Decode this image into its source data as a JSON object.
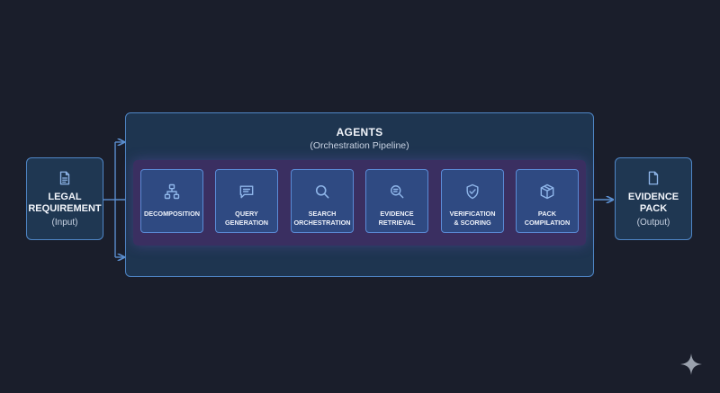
{
  "input": {
    "title": "LEGAL\nREQUIREMENT",
    "subtitle": "(Input)",
    "icon": "document-icon"
  },
  "output": {
    "title": "EVIDENCE\nPACK",
    "subtitle": "(Output)",
    "icon": "file-icon"
  },
  "agents": {
    "title": "AGENTS",
    "subtitle": "(Orchestration Pipeline)"
  },
  "stages": [
    {
      "label": "DECOMPOSITION",
      "icon": "hierarchy-icon"
    },
    {
      "label": "QUERY\nGENERATION",
      "icon": "chat-icon"
    },
    {
      "label": "SEARCH\nORCHESTRATION",
      "icon": "search-icon"
    },
    {
      "label": "EVIDENCE\nRETRIEVAL",
      "icon": "magnifier-document-icon"
    },
    {
      "label": "VERIFICATION\n& SCORING",
      "icon": "shield-check-icon"
    },
    {
      "label": "PACK\nCOMPILATION",
      "icon": "package-icon"
    }
  ],
  "colors": {
    "background": "#1a1e2b",
    "box_border": "#4f86c6",
    "stage_track": "#3a2f61",
    "connector": "#5b8fd0"
  }
}
